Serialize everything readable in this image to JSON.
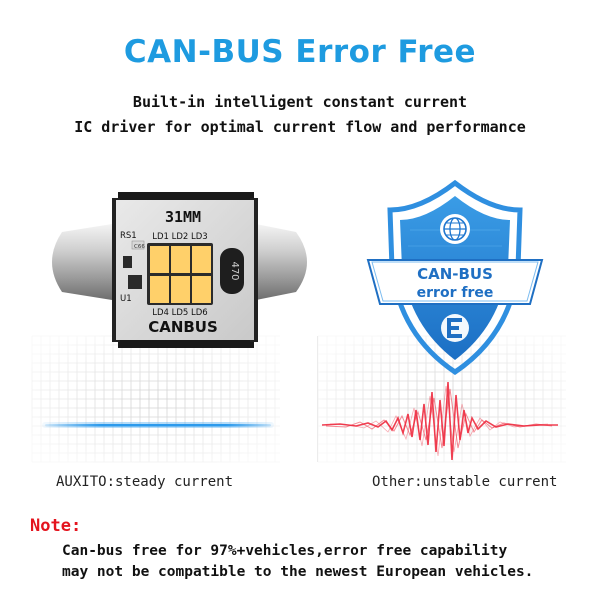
{
  "header": {
    "title": "CAN-BUS Error Free",
    "subtitle_line1": "Built-in intelligent constant current",
    "subtitle_line2": "IC driver for optimal current flow and performance"
  },
  "bulb": {
    "size_label": "31MM",
    "rs_label": "RS1",
    "top_leds_label": "LD1 LD2 LD3",
    "bottom_leds_label": "LD4 LD5 LD6",
    "chip_label": "C66",
    "u_label": "U1",
    "inductor_label": "470",
    "brand_label": "CANBUS"
  },
  "badge": {
    "line1": "CAN-BUS",
    "line2": "error free",
    "globe_icon": "globe-icon",
    "letter_icon": "e-letter-icon"
  },
  "comparison": {
    "left_caption": "AUXITO:steady current",
    "right_caption": "Other:unstable current"
  },
  "note": {
    "label": "Note:",
    "line1": "Can-bus free for 97%+vehicles,error free capability",
    "line2": "may not be compatible to the newest European vehicles."
  },
  "colors": {
    "title": "#1e9be0",
    "accent_blue": "#2384d8",
    "signal_blue": "#2c9aec",
    "signal_red": "#ee2b3f",
    "note_red": "#e4141e",
    "grid": "#cfcfcf"
  }
}
